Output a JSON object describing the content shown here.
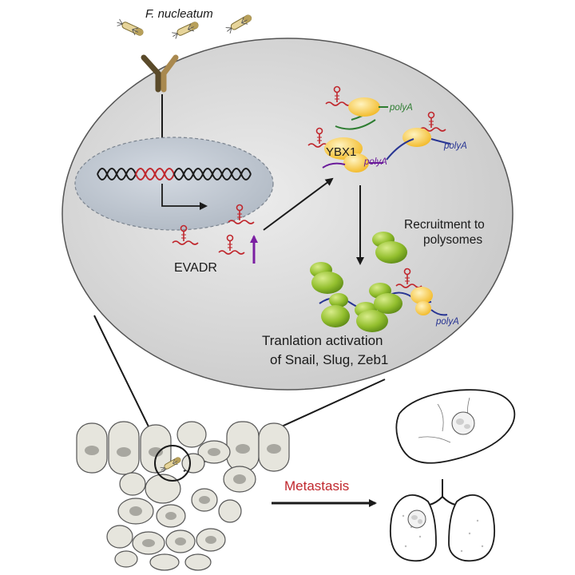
{
  "labels": {
    "bacterium": "F. nucleatum",
    "lncrna": "EVADR",
    "protein": "YBX1",
    "polya": "polyA",
    "recruitment_line1": "Recruitment to",
    "recruitment_line2": "polysomes",
    "translation_line1": "Tranlation activation",
    "translation_line2": "of Snail, Slug, Zeb1",
    "metastasis": "Metastasis"
  },
  "colors": {
    "cell_fill": "#dcdcdc",
    "nucleus_fill": "#c3cad3",
    "dna_black": "#1a1a1a",
    "dna_red": "#c0272d",
    "ybx1": "#f7c948",
    "ribosome": "#8db52b",
    "mrna_green": "#2e7d32",
    "mrna_purple": "#6a1b9a",
    "mrna_blue": "#283593",
    "up_arrow": "#7b1fa2",
    "metastasis_text": "#c0272d"
  },
  "icons": [
    "receptor-icon",
    "bacterium-icon",
    "hairpin-rna-icon",
    "ribosome-icon",
    "liver-icon",
    "lung-icon",
    "tumor-cell-icon"
  ]
}
